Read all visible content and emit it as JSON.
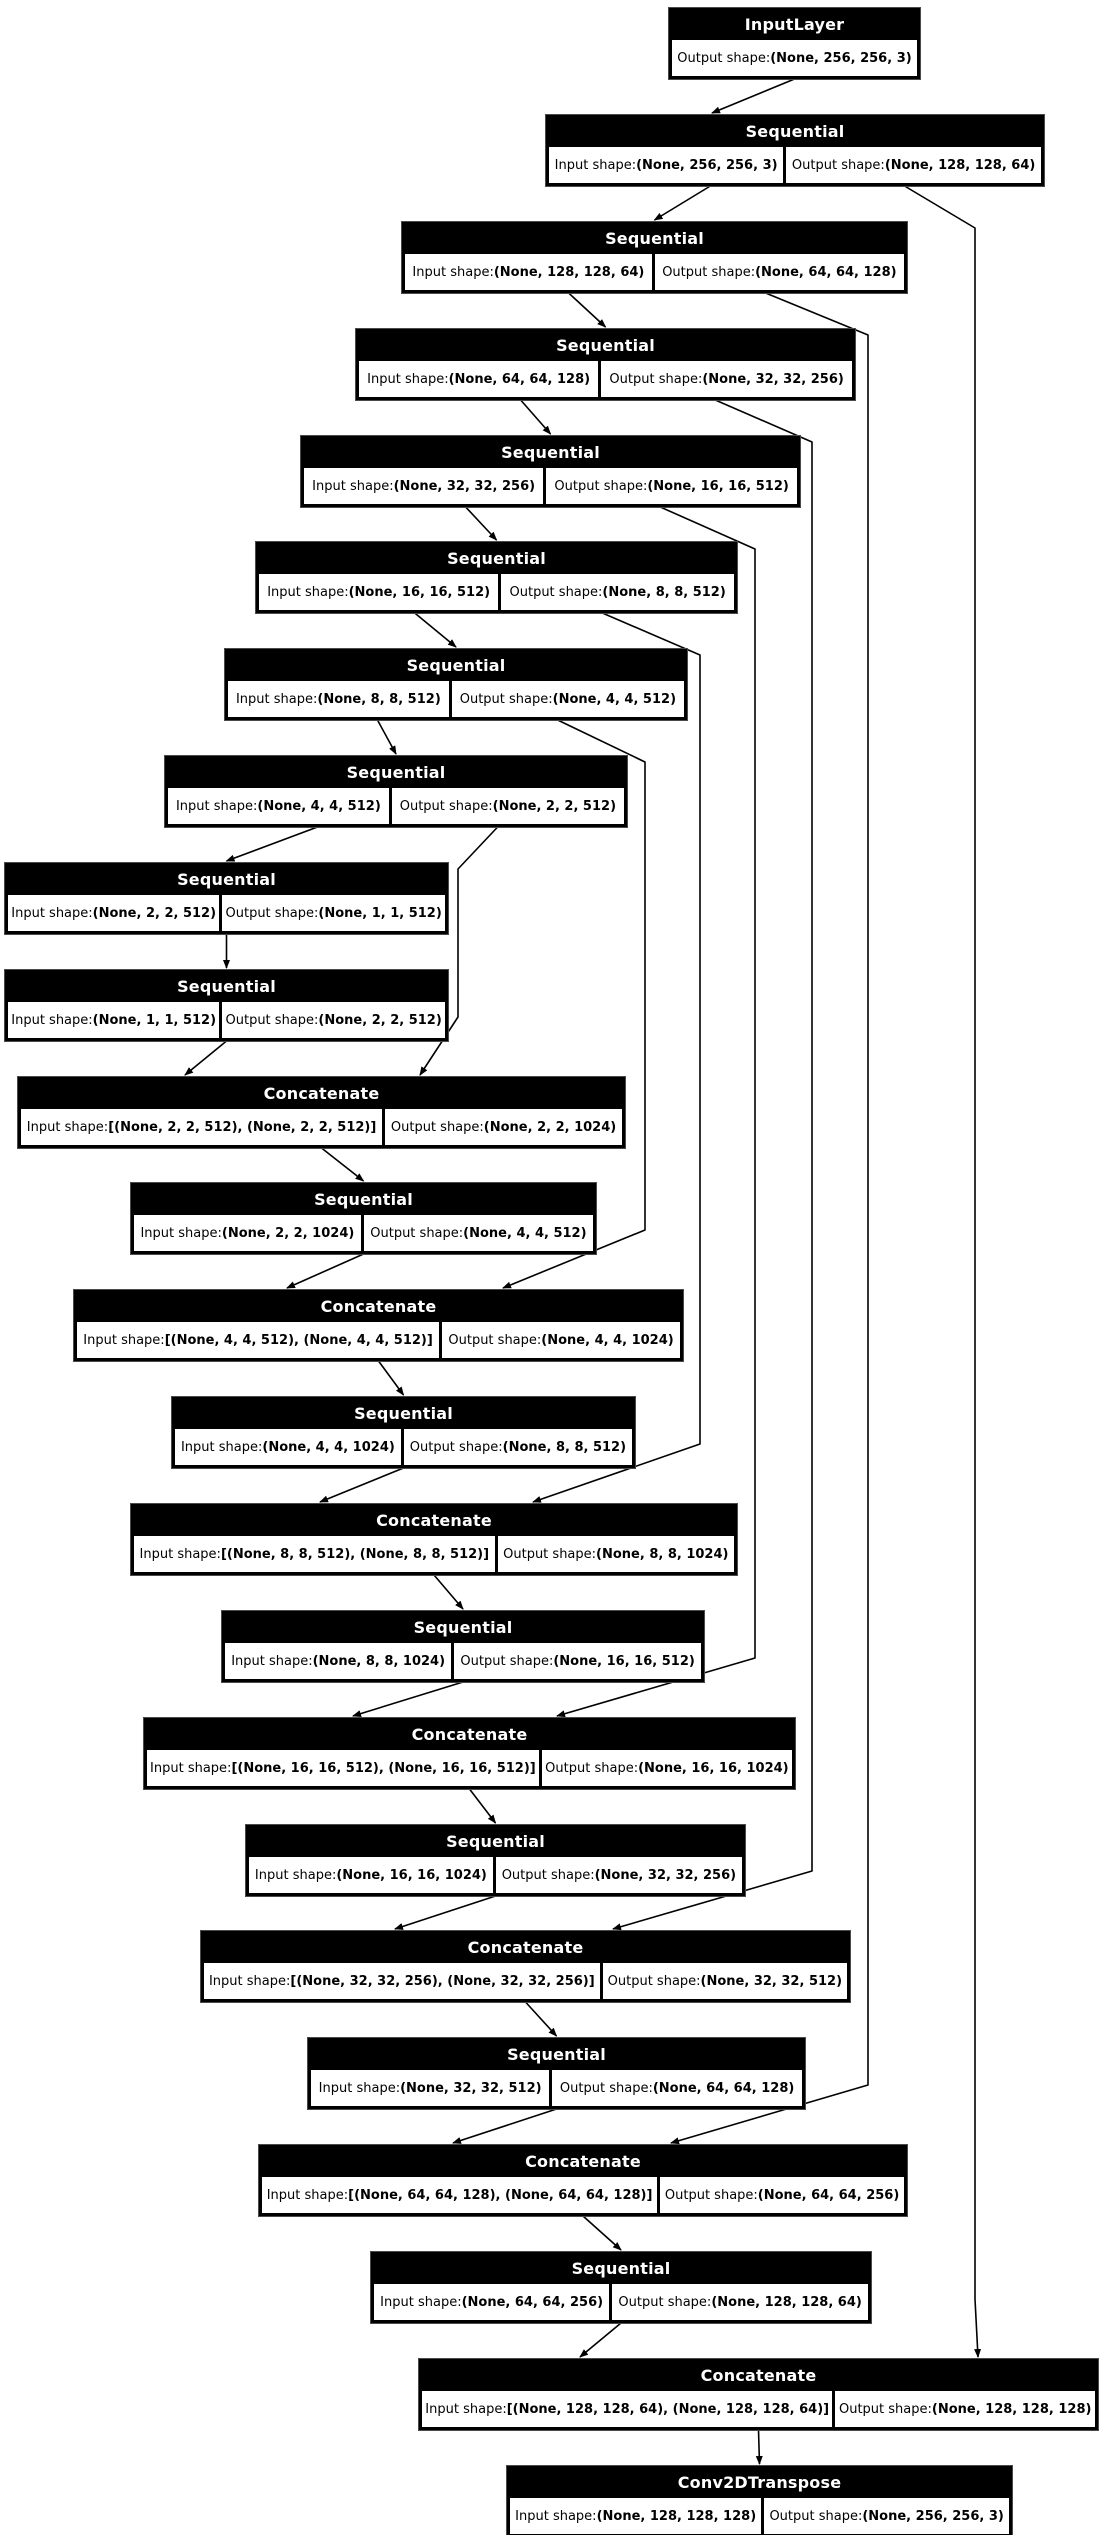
{
  "diagram": {
    "kind": "keras-model-architecture",
    "colors": {
      "canvas_bg": "#ffffff",
      "node_bg": "#000000",
      "node_title_fg": "#ffffff",
      "cell_bg": "#ffffff",
      "cell_fg": "#000000",
      "edge": "#000000"
    },
    "nodes": [
      {
        "type": "InputLayer",
        "title": "InputLayer",
        "cells": [
          {
            "label": "Output shape: ",
            "value": "(None, 256, 256, 3)"
          }
        ]
      },
      {
        "type": "Sequential",
        "title": "Sequential",
        "cells": [
          {
            "label": "Input shape: ",
            "value": "(None, 256, 256, 3)"
          },
          {
            "label": "Output shape: ",
            "value": "(None, 128, 128, 64)"
          }
        ]
      },
      {
        "type": "Sequential",
        "title": "Sequential",
        "cells": [
          {
            "label": "Input shape: ",
            "value": "(None, 128, 128, 64)"
          },
          {
            "label": "Output shape: ",
            "value": "(None, 64, 64, 128)"
          }
        ]
      },
      {
        "type": "Sequential",
        "title": "Sequential",
        "cells": [
          {
            "label": "Input shape: ",
            "value": "(None, 64, 64, 128)"
          },
          {
            "label": "Output shape: ",
            "value": "(None, 32, 32, 256)"
          }
        ]
      },
      {
        "type": "Sequential",
        "title": "Sequential",
        "cells": [
          {
            "label": "Input shape: ",
            "value": "(None, 32, 32, 256)"
          },
          {
            "label": "Output shape: ",
            "value": "(None, 16, 16, 512)"
          }
        ]
      },
      {
        "type": "Sequential",
        "title": "Sequential",
        "cells": [
          {
            "label": "Input shape: ",
            "value": "(None, 16, 16, 512)"
          },
          {
            "label": "Output shape: ",
            "value": "(None, 8, 8, 512)"
          }
        ]
      },
      {
        "type": "Sequential",
        "title": "Sequential",
        "cells": [
          {
            "label": "Input shape: ",
            "value": "(None, 8, 8, 512)"
          },
          {
            "label": "Output shape: ",
            "value": "(None, 4, 4, 512)"
          }
        ]
      },
      {
        "type": "Sequential",
        "title": "Sequential",
        "cells": [
          {
            "label": "Input shape: ",
            "value": "(None, 4, 4, 512)"
          },
          {
            "label": "Output shape: ",
            "value": "(None, 2, 2, 512)"
          }
        ]
      },
      {
        "type": "Sequential",
        "title": "Sequential",
        "cells": [
          {
            "label": "Input shape: ",
            "value": "(None, 2, 2, 512)"
          },
          {
            "label": "Output shape: ",
            "value": "(None, 1, 1, 512)"
          }
        ]
      },
      {
        "type": "Sequential",
        "title": "Sequential",
        "cells": [
          {
            "label": "Input shape: ",
            "value": "(None, 1, 1, 512)"
          },
          {
            "label": "Output shape: ",
            "value": "(None, 2, 2, 512)"
          }
        ]
      },
      {
        "type": "Concatenate",
        "title": "Concatenate",
        "cells": [
          {
            "label": "Input shape: ",
            "value": "[(None, 2, 2, 512), (None, 2, 2, 512)]"
          },
          {
            "label": "Output shape: ",
            "value": "(None, 2, 2, 1024)"
          }
        ]
      },
      {
        "type": "Sequential",
        "title": "Sequential",
        "cells": [
          {
            "label": "Input shape: ",
            "value": "(None, 2, 2, 1024)"
          },
          {
            "label": "Output shape: ",
            "value": "(None, 4, 4, 512)"
          }
        ]
      },
      {
        "type": "Concatenate",
        "title": "Concatenate",
        "cells": [
          {
            "label": "Input shape: ",
            "value": "[(None, 4, 4, 512), (None, 4, 4, 512)]"
          },
          {
            "label": "Output shape: ",
            "value": "(None, 4, 4, 1024)"
          }
        ]
      },
      {
        "type": "Sequential",
        "title": "Sequential",
        "cells": [
          {
            "label": "Input shape: ",
            "value": "(None, 4, 4, 1024)"
          },
          {
            "label": "Output shape: ",
            "value": "(None, 8, 8, 512)"
          }
        ]
      },
      {
        "type": "Concatenate",
        "title": "Concatenate",
        "cells": [
          {
            "label": "Input shape: ",
            "value": "[(None, 8, 8, 512), (None, 8, 8, 512)]"
          },
          {
            "label": "Output shape: ",
            "value": "(None, 8, 8, 1024)"
          }
        ]
      },
      {
        "type": "Sequential",
        "title": "Sequential",
        "cells": [
          {
            "label": "Input shape: ",
            "value": "(None, 8, 8, 1024)"
          },
          {
            "label": "Output shape: ",
            "value": "(None, 16, 16, 512)"
          }
        ]
      },
      {
        "type": "Concatenate",
        "title": "Concatenate",
        "cells": [
          {
            "label": "Input shape: ",
            "value": "[(None, 16, 16, 512), (None, 16, 16, 512)]"
          },
          {
            "label": "Output shape: ",
            "value": "(None, 16, 16, 1024)"
          }
        ]
      },
      {
        "type": "Sequential",
        "title": "Sequential",
        "cells": [
          {
            "label": "Input shape: ",
            "value": "(None, 16, 16, 1024)"
          },
          {
            "label": "Output shape: ",
            "value": "(None, 32, 32, 256)"
          }
        ]
      },
      {
        "type": "Concatenate",
        "title": "Concatenate",
        "cells": [
          {
            "label": "Input shape: ",
            "value": "[(None, 32, 32, 256), (None, 32, 32, 256)]"
          },
          {
            "label": "Output shape: ",
            "value": "(None, 32, 32, 512)"
          }
        ]
      },
      {
        "type": "Sequential",
        "title": "Sequential",
        "cells": [
          {
            "label": "Input shape: ",
            "value": "(None, 32, 32, 512)"
          },
          {
            "label": "Output shape: ",
            "value": "(None, 64, 64, 128)"
          }
        ]
      },
      {
        "type": "Concatenate",
        "title": "Concatenate",
        "cells": [
          {
            "label": "Input shape: ",
            "value": "[(None, 64, 64, 128), (None, 64, 64, 128)]"
          },
          {
            "label": "Output shape: ",
            "value": "(None, 64, 64, 256)"
          }
        ]
      },
      {
        "type": "Sequential",
        "title": "Sequential",
        "cells": [
          {
            "label": "Input shape: ",
            "value": "(None, 64, 64, 256)"
          },
          {
            "label": "Output shape: ",
            "value": "(None, 128, 128, 64)"
          }
        ]
      },
      {
        "type": "Concatenate",
        "title": "Concatenate",
        "cells": [
          {
            "label": "Input shape: ",
            "value": "[(None, 128, 128, 64), (None, 128, 128, 64)]"
          },
          {
            "label": "Output shape: ",
            "value": "(None, 128, 128, 128)"
          }
        ]
      },
      {
        "type": "Conv2DTranspose",
        "title": "Conv2DTranspose",
        "cells": [
          {
            "label": "Input shape: ",
            "value": "(None, 128, 128, 128)"
          },
          {
            "label": "Output shape: ",
            "value": "(None, 256, 256, 3)"
          }
        ]
      }
    ],
    "edges": [
      {
        "from": 0,
        "to": 1,
        "kind": "chain"
      },
      {
        "from": 1,
        "to": 2,
        "kind": "chain"
      },
      {
        "from": 2,
        "to": 3,
        "kind": "chain"
      },
      {
        "from": 3,
        "to": 4,
        "kind": "chain"
      },
      {
        "from": 4,
        "to": 5,
        "kind": "chain"
      },
      {
        "from": 5,
        "to": 6,
        "kind": "chain"
      },
      {
        "from": 6,
        "to": 7,
        "kind": "chain"
      },
      {
        "from": 7,
        "to": 8,
        "kind": "chain"
      },
      {
        "from": 8,
        "to": 9,
        "kind": "chain"
      },
      {
        "from": 9,
        "to": 10,
        "kind": "chain"
      },
      {
        "from": 7,
        "to": 10,
        "kind": "skip"
      },
      {
        "from": 10,
        "to": 11,
        "kind": "chain"
      },
      {
        "from": 11,
        "to": 12,
        "kind": "chain"
      },
      {
        "from": 6,
        "to": 12,
        "kind": "skip"
      },
      {
        "from": 12,
        "to": 13,
        "kind": "chain"
      },
      {
        "from": 13,
        "to": 14,
        "kind": "chain"
      },
      {
        "from": 5,
        "to": 14,
        "kind": "skip"
      },
      {
        "from": 14,
        "to": 15,
        "kind": "chain"
      },
      {
        "from": 15,
        "to": 16,
        "kind": "chain"
      },
      {
        "from": 4,
        "to": 16,
        "kind": "skip"
      },
      {
        "from": 16,
        "to": 17,
        "kind": "chain"
      },
      {
        "from": 17,
        "to": 18,
        "kind": "chain"
      },
      {
        "from": 3,
        "to": 18,
        "kind": "skip"
      },
      {
        "from": 18,
        "to": 19,
        "kind": "chain"
      },
      {
        "from": 19,
        "to": 20,
        "kind": "chain"
      },
      {
        "from": 2,
        "to": 20,
        "kind": "skip"
      },
      {
        "from": 20,
        "to": 21,
        "kind": "chain"
      },
      {
        "from": 21,
        "to": 22,
        "kind": "chain"
      },
      {
        "from": 1,
        "to": 22,
        "kind": "skip"
      },
      {
        "from": 22,
        "to": 23,
        "kind": "chain"
      }
    ]
  }
}
